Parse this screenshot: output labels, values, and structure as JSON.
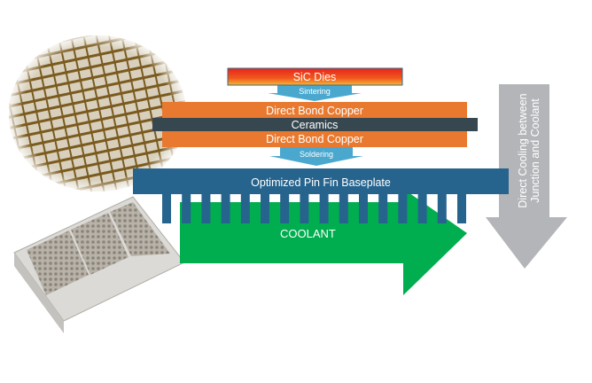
{
  "diagram": {
    "layers": {
      "sic_dies": "SiC Dies",
      "sintering": "Sintering",
      "dbc_top": "Direct Bond Copper",
      "ceramics": "Ceramics",
      "dbc_bottom": "Direct Bond Copper",
      "soldering": "Soldering",
      "baseplate": "Optimized Pin Fin Baseplate",
      "coolant": "COOLANT"
    },
    "side_arrow_label": "Direct Cooling between Junction and Coolant",
    "colors": {
      "copper": "#e8792f",
      "ceramics": "#37474f",
      "baseplate": "#26648e",
      "process_arrow": "#4aa8cf",
      "coolant": "#00ad4f",
      "side_arrow": "#b3b5b8",
      "die_top": "#e8231c",
      "die_bottom": "#f7b733"
    }
  }
}
